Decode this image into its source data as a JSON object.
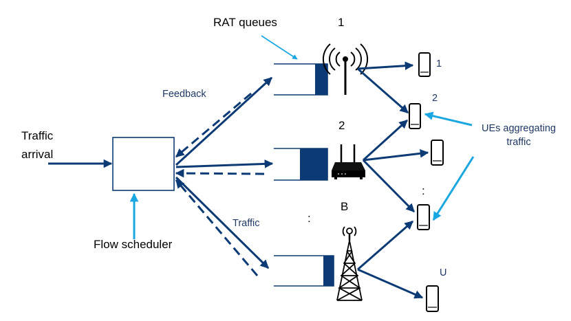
{
  "labels": {
    "rat_queues": "RAT queues",
    "feedback": "Feedback",
    "traffic": "Traffic",
    "traffic_arrival_line1": "Traffic",
    "traffic_arrival_line2": "arrival",
    "flow_scheduler": "Flow scheduler",
    "ues_aggregating_line1": "UEs aggregating",
    "ues_aggregating_line2": "traffic"
  },
  "base_stations": [
    {
      "label": "1",
      "type": "antenna"
    },
    {
      "label": "2",
      "type": "wifi-router"
    },
    {
      "label": "B",
      "type": "cell-tower"
    }
  ],
  "ue_labels": [
    "1",
    "2",
    "U"
  ],
  "ellipsis": ":",
  "colors": {
    "dark_blue": "#0b3a74",
    "light_blue": "#1aa7e1",
    "label_blue": "#1f3864"
  }
}
